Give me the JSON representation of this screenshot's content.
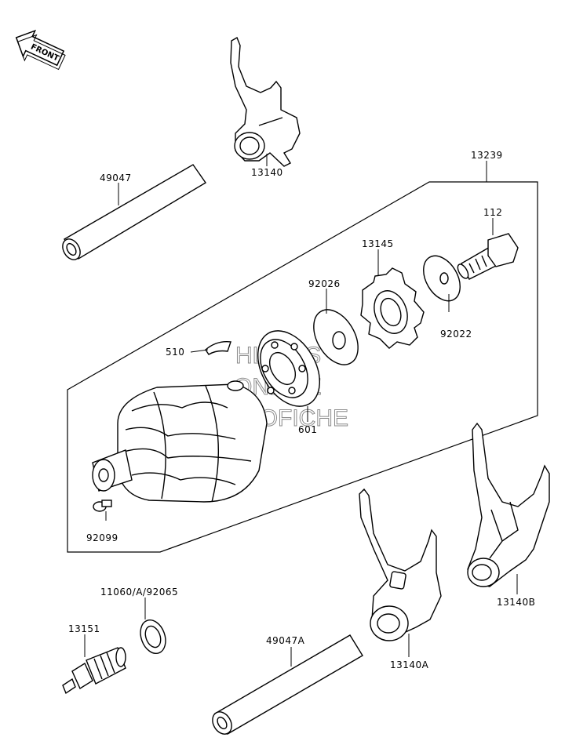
{
  "direction_tag": "FRONT",
  "watermark": [
    "HLSM'S",
    "ONLINE",
    "MICROFICHE"
  ],
  "callouts": {
    "p49047": "49047",
    "p13140": "13140",
    "p13239": "13239",
    "p112": "112",
    "p13145": "13145",
    "p92026": "92026",
    "p92022": "92022",
    "p510": "510",
    "p601": "601",
    "p92099": "92099",
    "p11060": "11060/A/92065",
    "p13151": "13151",
    "p49047A": "49047A",
    "p13140A": "13140A",
    "p13140B": "13140B"
  },
  "colors": {
    "line": "#000000",
    "background": "#ffffff",
    "part_fill": "#ffffff",
    "watermark": "#8a8a8a"
  }
}
